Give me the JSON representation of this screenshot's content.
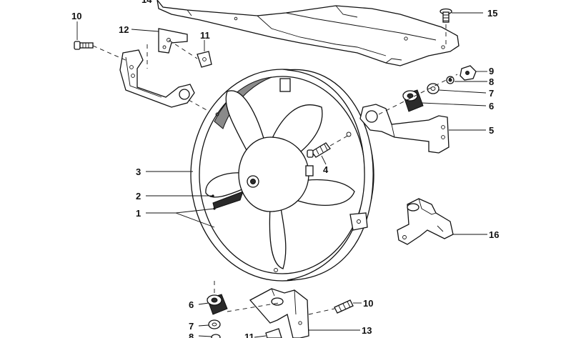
{
  "diagram": {
    "callouts": [
      {
        "id": "c1",
        "label": "1"
      },
      {
        "id": "c2",
        "label": "2"
      },
      {
        "id": "c3",
        "label": "3"
      },
      {
        "id": "c4",
        "label": "4"
      },
      {
        "id": "c5",
        "label": "5"
      },
      {
        "id": "c6a",
        "label": "6"
      },
      {
        "id": "c6b",
        "label": "6"
      },
      {
        "id": "c7a",
        "label": "7"
      },
      {
        "id": "c7b",
        "label": "7"
      },
      {
        "id": "c8a",
        "label": "8"
      },
      {
        "id": "c8b",
        "label": "8"
      },
      {
        "id": "c9",
        "label": "9"
      },
      {
        "id": "c10a",
        "label": "10"
      },
      {
        "id": "c10b",
        "label": "10"
      },
      {
        "id": "c11a",
        "label": "11"
      },
      {
        "id": "c11b",
        "label": "11"
      },
      {
        "id": "c12",
        "label": "12"
      },
      {
        "id": "c13",
        "label": "13"
      },
      {
        "id": "c14",
        "label": "14"
      },
      {
        "id": "c15",
        "label": "15"
      },
      {
        "id": "c16",
        "label": "16"
      }
    ]
  }
}
